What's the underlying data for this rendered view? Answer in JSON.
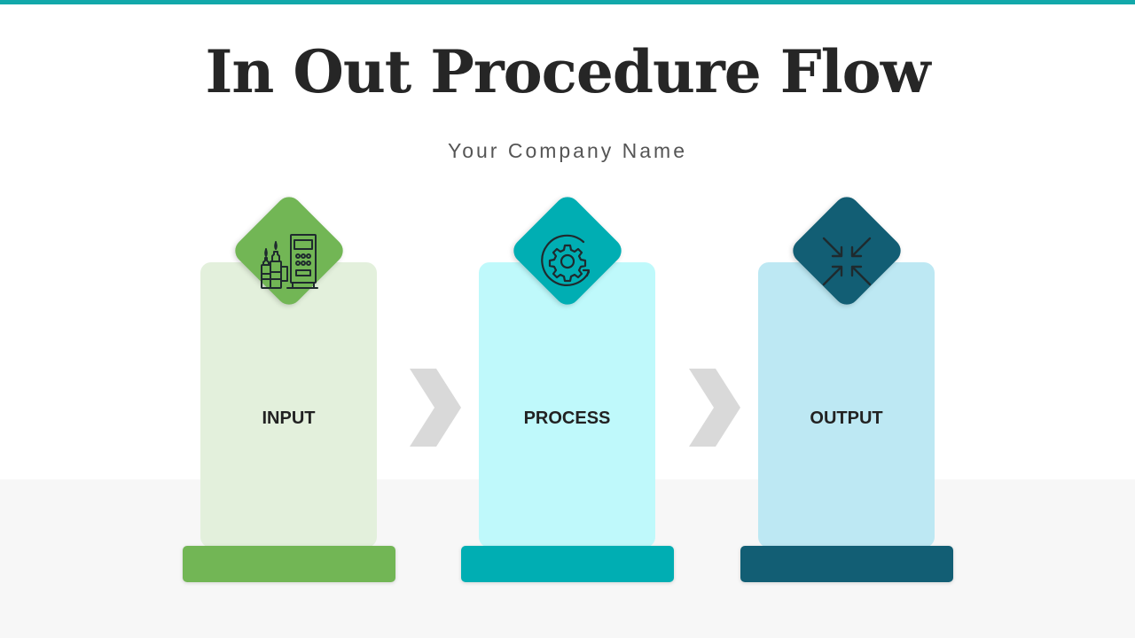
{
  "title": "In Out Procedure Flow",
  "subtitle": "Your Company Name",
  "colors": {
    "top_bar": "#12a8aa",
    "chevron": "#d9d9d9",
    "icon_stroke": "#1f2a2e"
  },
  "stages": [
    {
      "label": "INPUT",
      "icon": "factory-bottles-icon",
      "card_color": "#e3f0dc",
      "accent_color": "#72b655"
    },
    {
      "label": "PROCESS",
      "icon": "gear-cycle-icon",
      "card_color": "#bff9fb",
      "accent_color": "#00aeb3"
    },
    {
      "label": "OUTPUT",
      "icon": "compress-arrows-icon",
      "card_color": "#bde8f3",
      "accent_color": "#125e74"
    }
  ]
}
